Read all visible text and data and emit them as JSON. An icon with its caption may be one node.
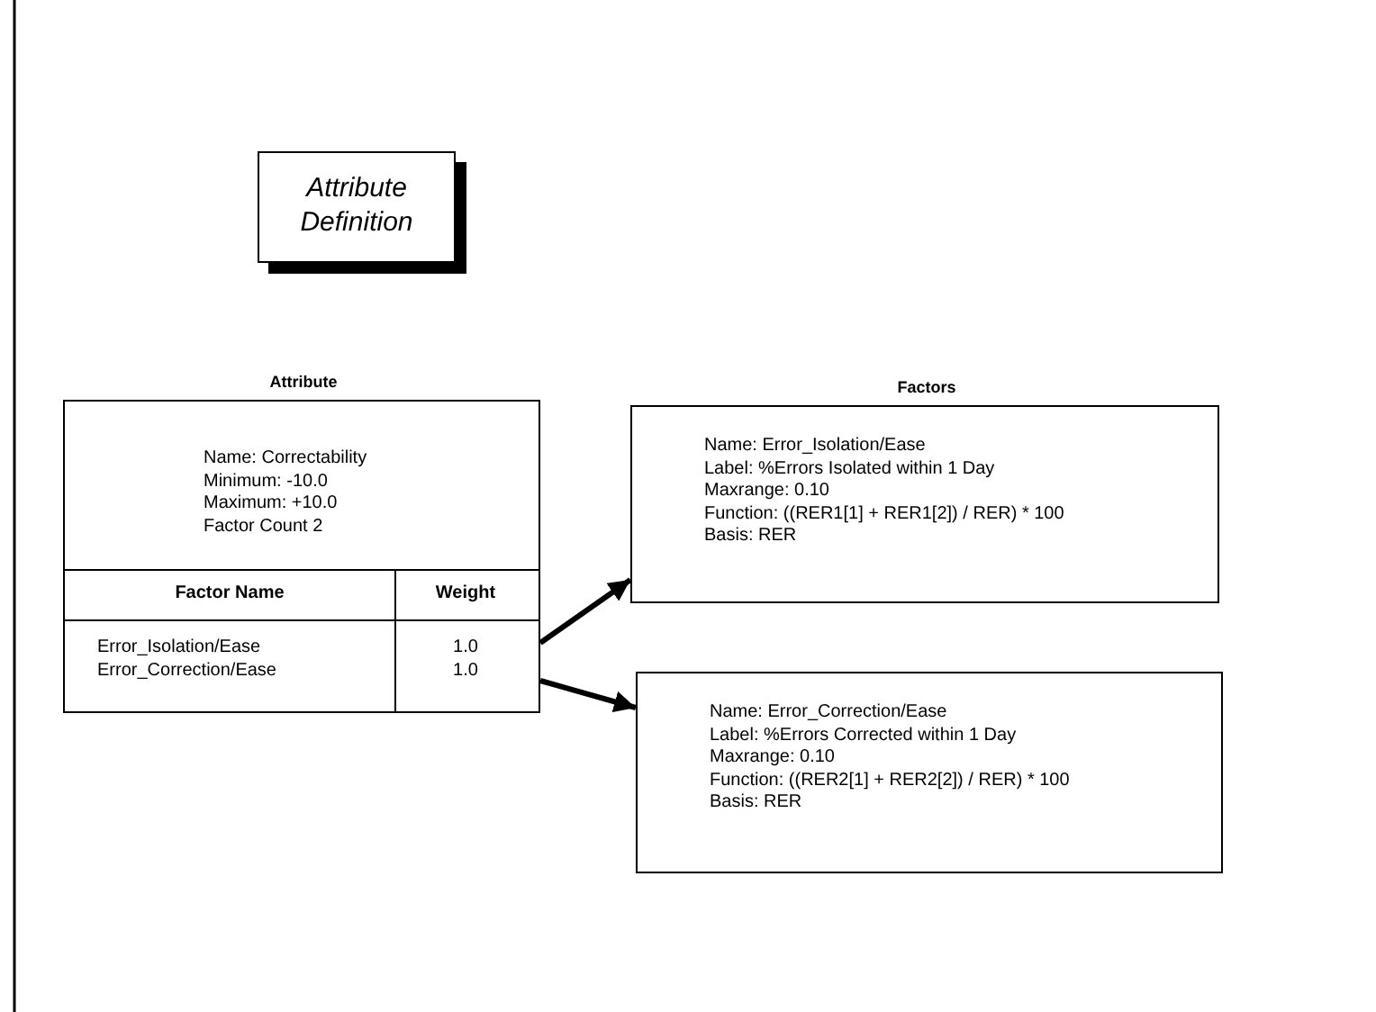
{
  "diagram": {
    "nodes": [
      {
        "text": [
          "Attribute Definition"
        ]
      },
      {
        "text": [
          "Attribute",
          "Name: Correctability",
          "Minimum: -10.0",
          "Maximum: +10.0",
          "Factor Count 2",
          "Factor Name",
          "Weight",
          "Error_Isolation/Ease",
          "1.0",
          "Error_Correction/Ease",
          "1.0"
        ]
      },
      {
        "text": [
          "Factors",
          "Name: Error_Isolation/Ease",
          "Label: %Errors Isolated within 1 Day",
          "Maxrange: 0.10",
          "Function: ((RER1[1] + RER1[2]) / RER) * 100",
          "Basis: RER"
        ]
      },
      {
        "text": [
          "Name: Error_Correction/Ease",
          "Label: %Errors Corrected within 1 Day",
          "Maxrange: 0.10",
          "Function: ((RER2[1] + RER2[2]) / RER) * 100",
          "Basis: RER"
        ]
      }
    ],
    "edges": [
      {
        "from": 1,
        "to": 2,
        "arrow": "to"
      },
      {
        "from": 1,
        "to": 3,
        "arrow": "to"
      }
    ]
  }
}
